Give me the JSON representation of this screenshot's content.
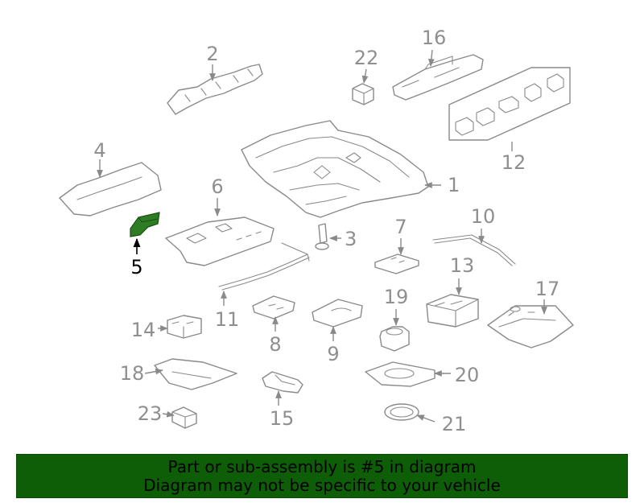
{
  "diagram": {
    "highlight_color": "#2e7d24",
    "labels": {
      "p1": "1",
      "p2": "2",
      "p3": "3",
      "p4": "4",
      "p5": "5",
      "p6": "6",
      "p7": "7",
      "p8": "8",
      "p9": "9",
      "p10": "10",
      "p11": "11",
      "p12": "12",
      "p13": "13",
      "p14": "14",
      "p15": "15",
      "p16": "16",
      "p17": "17",
      "p18": "18",
      "p19": "19",
      "p20": "20",
      "p21": "21",
      "p22": "22",
      "p23": "23"
    }
  },
  "banner": {
    "background": "#0d5e07",
    "line1": "Part or sub-assembly is #5 in diagram",
    "line2": "Diagram may not be specific to your vehicle"
  }
}
